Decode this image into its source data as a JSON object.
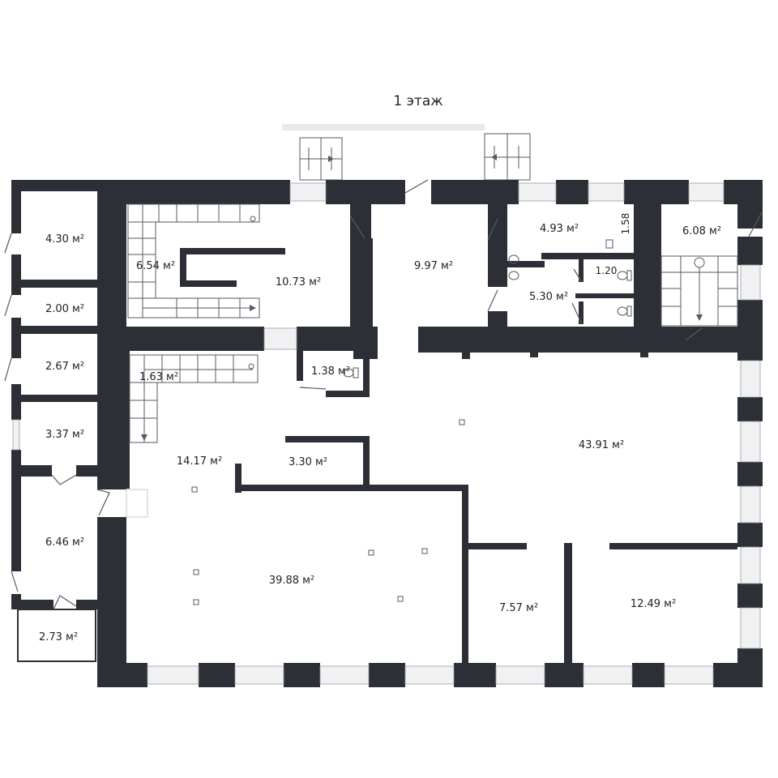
{
  "floor": {
    "title": "1 этаж"
  },
  "colors": {
    "wall": "#2d2f36",
    "background": "#ffffff",
    "window": "#f0f1f3",
    "stair_line": "#555a63"
  },
  "rooms": [
    {
      "id": "r1",
      "label": "4.30 м²"
    },
    {
      "id": "r2",
      "label": "2.00 м²"
    },
    {
      "id": "r3",
      "label": "2.67 м²"
    },
    {
      "id": "r4",
      "label": "3.37 м²"
    },
    {
      "id": "r5",
      "label": "6.46 м²"
    },
    {
      "id": "r6",
      "label": "2.73 м²"
    },
    {
      "id": "r7",
      "label": "6.54 м²"
    },
    {
      "id": "r8",
      "label": "10.73 м²"
    },
    {
      "id": "r9",
      "label": "9.97 м²"
    },
    {
      "id": "r10",
      "label": "4.93 м²"
    },
    {
      "id": "r11",
      "label": "5.30 м²"
    },
    {
      "id": "r12",
      "label": "6.08 м²"
    },
    {
      "id": "r13",
      "label": "1.38 м²"
    },
    {
      "id": "r14",
      "label": "1.63 м²"
    },
    {
      "id": "r15",
      "label": "14.17 м²"
    },
    {
      "id": "r16",
      "label": "3.30 м²"
    },
    {
      "id": "r17",
      "label": "43.91 м²"
    },
    {
      "id": "r18",
      "label": "39.88 м²"
    },
    {
      "id": "r19",
      "label": "7.57 м²"
    },
    {
      "id": "r20",
      "label": "12.49 м²"
    }
  ],
  "dimensions": [
    {
      "id": "d1",
      "label": "1.58"
    },
    {
      "id": "d2",
      "label": "1.20"
    }
  ]
}
